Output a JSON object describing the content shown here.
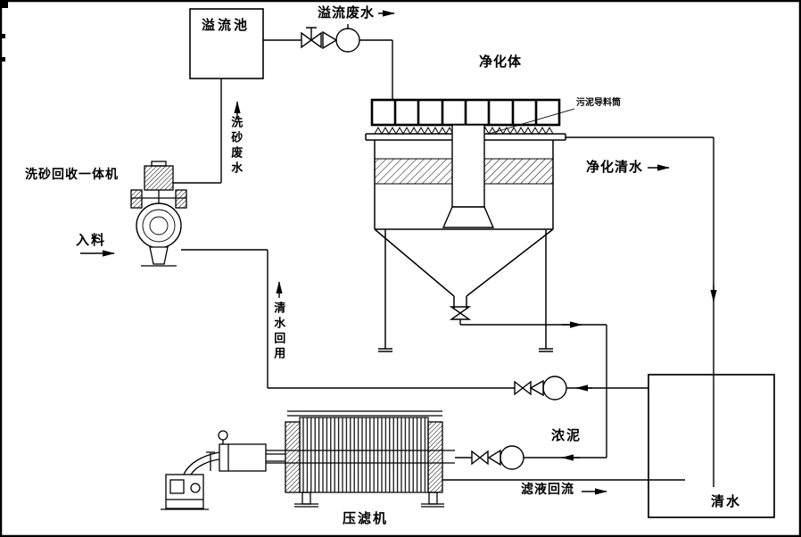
{
  "diagram": {
    "type": "process-flow",
    "background_color": "#ffffff",
    "line_color": "#000000",
    "labels": {
      "overflow_pool": "溢流池",
      "overflow_wastewater": "溢流废水",
      "purifier_body": "净化体",
      "sludge_guide_tube": "污泥导料筒",
      "purified_clean_water": "净化清水",
      "sand_washer_unit": "洗砂回收一体机",
      "feed": "入料",
      "sand_washing_wastewater": "洗砂废水",
      "clean_water_reuse": "清水回用",
      "thick_sludge": "浓泥",
      "filter_press": "压滤机",
      "filtrate_return": "滤液回流",
      "clean_water_pool": "清水"
    }
  }
}
